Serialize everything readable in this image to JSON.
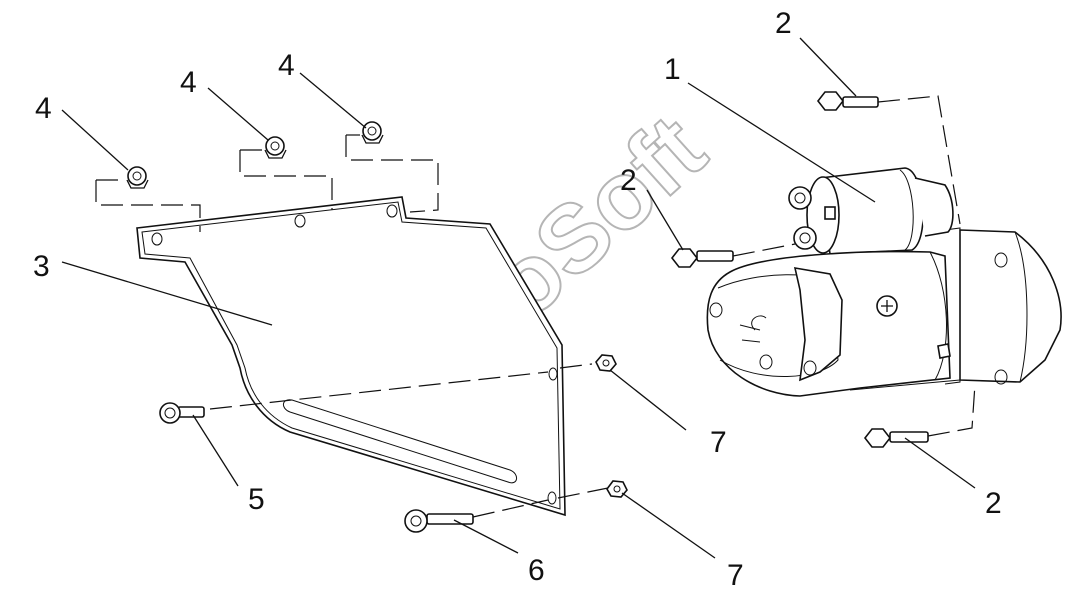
{
  "callouts": [
    {
      "id": "c1",
      "label": "1"
    },
    {
      "id": "c2a",
      "label": "2"
    },
    {
      "id": "c2b",
      "label": "2"
    },
    {
      "id": "c2c",
      "label": "2"
    },
    {
      "id": "c3",
      "label": "3"
    },
    {
      "id": "c4a",
      "label": "4"
    },
    {
      "id": "c4b",
      "label": "4"
    },
    {
      "id": "c4c",
      "label": "4"
    },
    {
      "id": "c5",
      "label": "5"
    },
    {
      "id": "c6",
      "label": "6"
    },
    {
      "id": "c7a",
      "label": "7"
    },
    {
      "id": "c7b",
      "label": "7"
    }
  ],
  "watermark": "AutoSoft"
}
